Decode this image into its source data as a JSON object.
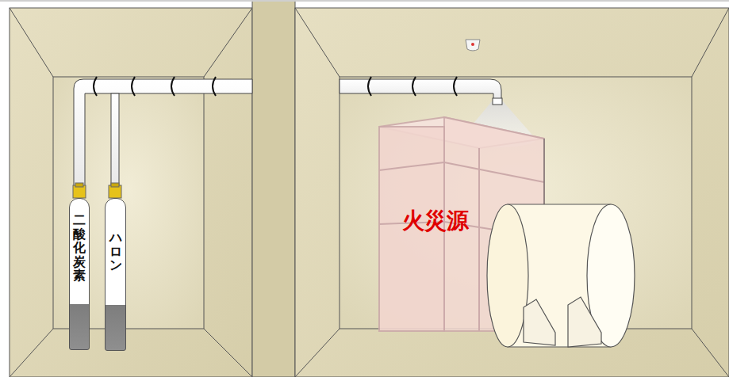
{
  "diagram": {
    "nodes": [
      {
        "text": [
          "二酸化炭素"
        ]
      },
      {
        "text": [
          "ハロン"
        ]
      },
      {
        "text": [
          "火災源"
        ]
      }
    ]
  }
}
